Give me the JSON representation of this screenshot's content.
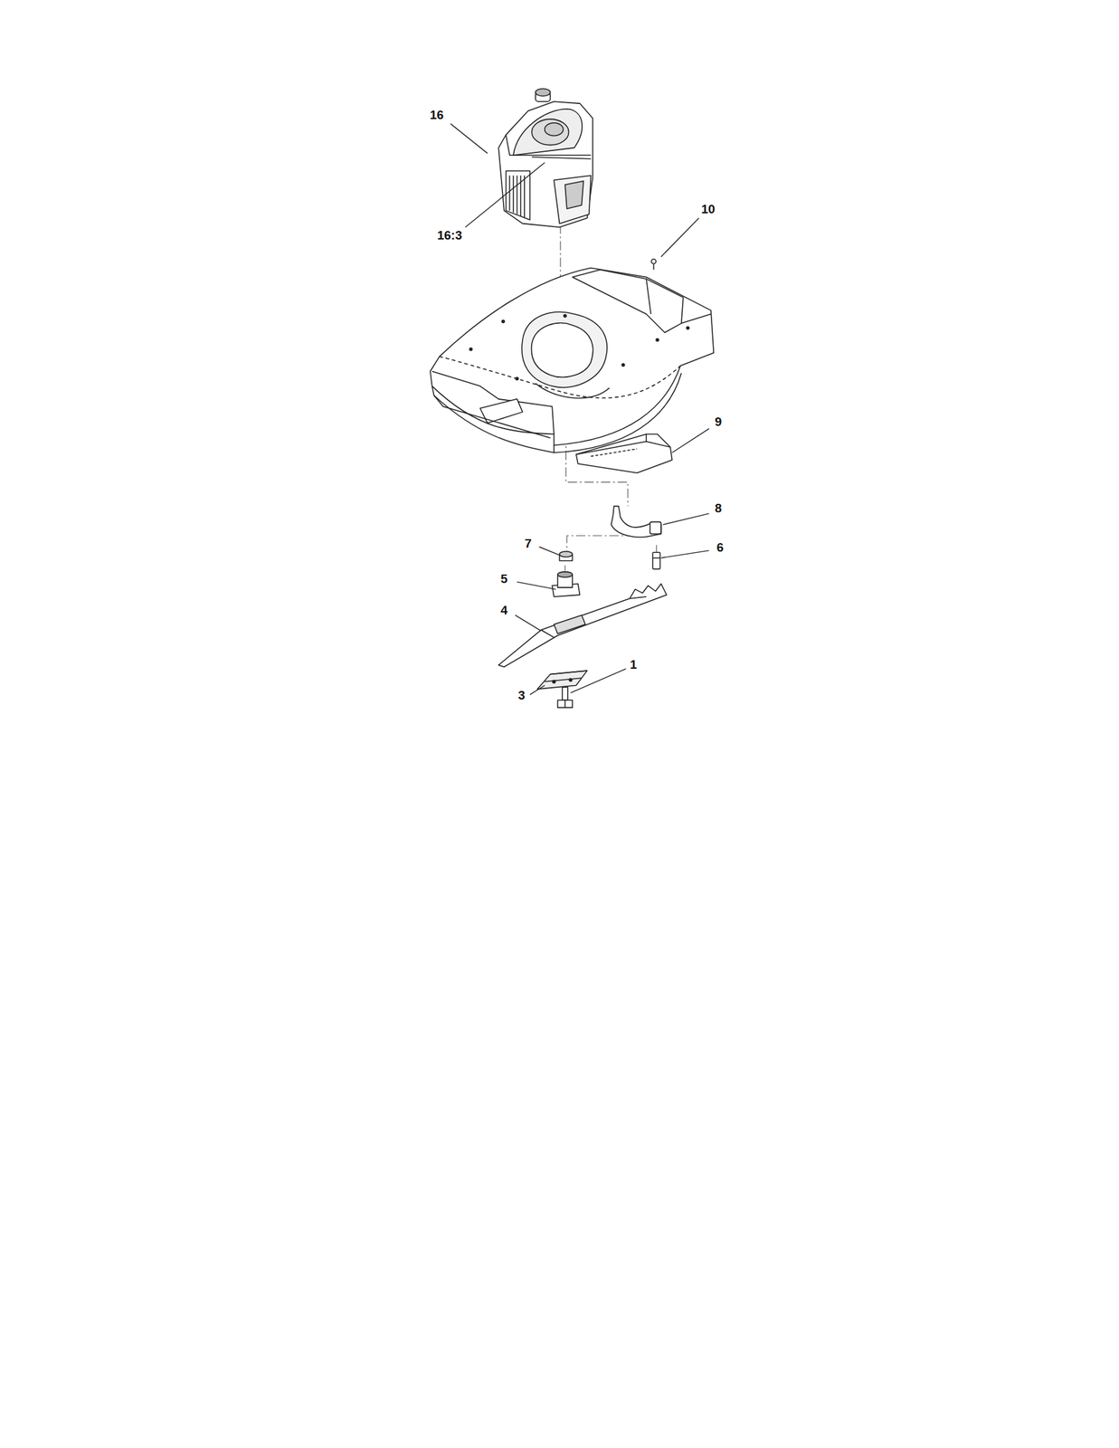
{
  "diagram": {
    "labels": [
      "16",
      "16:3",
      "10",
      "9",
      "8",
      "7",
      "6",
      "5",
      "4",
      "1",
      "3"
    ]
  }
}
